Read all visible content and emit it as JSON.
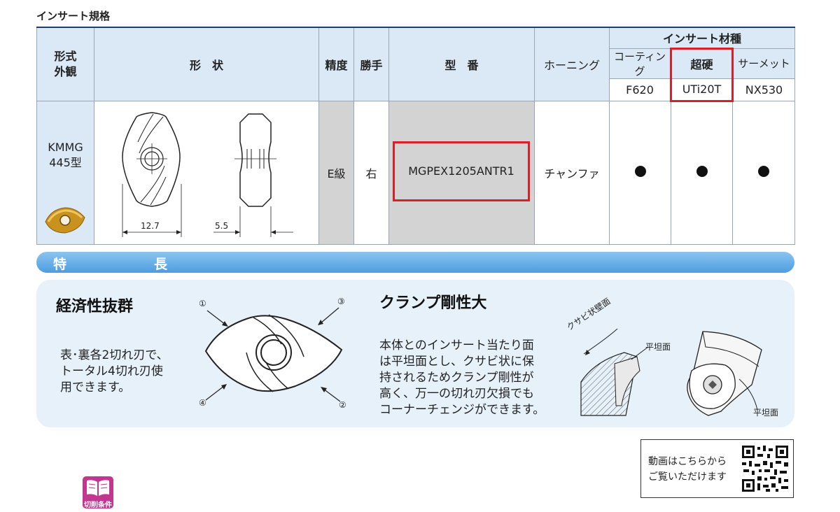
{
  "section_title": "インサート規格",
  "table": {
    "headers": {
      "type_appearance": "形式\n外観",
      "shape": "形　状",
      "precision": "精度",
      "hand": "勝手",
      "part_number": "型　番",
      "honing": "ホーニング",
      "material_group": "インサート材種",
      "coating": "コーティング",
      "carbide": "超硬",
      "cermet": "サーメット",
      "grade_coating": "F620",
      "grade_carbide": "UTi20T",
      "grade_cermet": "NX530"
    },
    "row": {
      "type": "KMMG\n445型",
      "dim_length": "12.7",
      "dim_thickness": "5.5",
      "precision": "E級",
      "hand": "右",
      "part_number": "MGPEX1205ANTR1",
      "honing": "チャンファ"
    }
  },
  "features": {
    "band_left": "特",
    "band_right": "長",
    "economy_heading": "経済性抜群",
    "economy_text": "表･裏各2切れ刃で、\nトータル4切れ刃使\n用できます。",
    "edge_labels": [
      "①",
      "③",
      "④",
      "②"
    ],
    "clamp_heading": "クランプ剛性大",
    "clamp_text": "本体とのインサート当たり面\nは平坦面とし、クサビ状に保\n持されるためクランプ剛性が\n高く、万一の切れ刃欠損でも\nコーナーチェンジができます。",
    "wedge_label": "クサビ状壁面",
    "flat_label_1": "平坦面",
    "flat_label_2": "平坦面"
  },
  "video": {
    "text": "動画はこちらから\nご覧いただけます"
  },
  "cutting_conditions_label": "切削条件",
  "colors": {
    "header_blue": "#dbe9f6",
    "band_blue": "#4c9de0",
    "panel_blue": "#e7f1fa",
    "highlight_red": "#d81f2a",
    "cond_pink": "#c2368f"
  }
}
